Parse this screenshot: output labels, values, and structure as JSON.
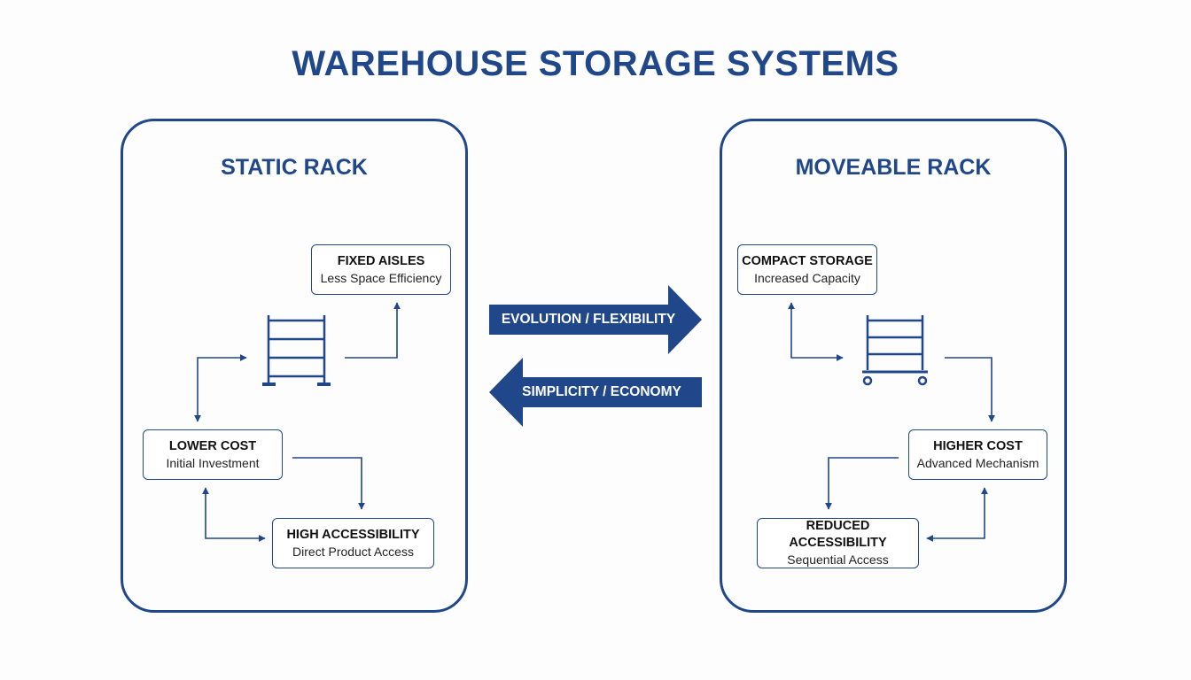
{
  "title": "WAREHOUSE STORAGE SYSTEMS",
  "colors": {
    "primary": "#1f4789",
    "background": "#fdfdfd"
  },
  "static_rack": {
    "title": "STATIC RACK",
    "icon": "static-rack-icon",
    "fixed_aisles": {
      "title": "FIXED AISLES",
      "subtitle": "Less Space Efficiency"
    },
    "lower_cost": {
      "title": "LOWER COST",
      "subtitle": "Initial Investment"
    },
    "high_accessibility": {
      "title": "HIGH ACCESSIBILITY",
      "subtitle": "Direct Product Access"
    }
  },
  "moveable_rack": {
    "title": "MOVEABLE RACK",
    "icon": "moveable-rack-icon",
    "compact_storage": {
      "title": "COMPACT STORAGE",
      "subtitle": "Increased Capacity"
    },
    "higher_cost": {
      "title": "HIGHER COST",
      "subtitle": "Advanced Mechanism"
    },
    "reduced_accessibility": {
      "title": "REDUCED ACCESSIBILITY",
      "subtitle": "Sequential Access"
    }
  },
  "transitions": {
    "forward": "EVOLUTION / FLEXIBILITY",
    "backward": "SIMPLICITY / ECONOMY"
  }
}
